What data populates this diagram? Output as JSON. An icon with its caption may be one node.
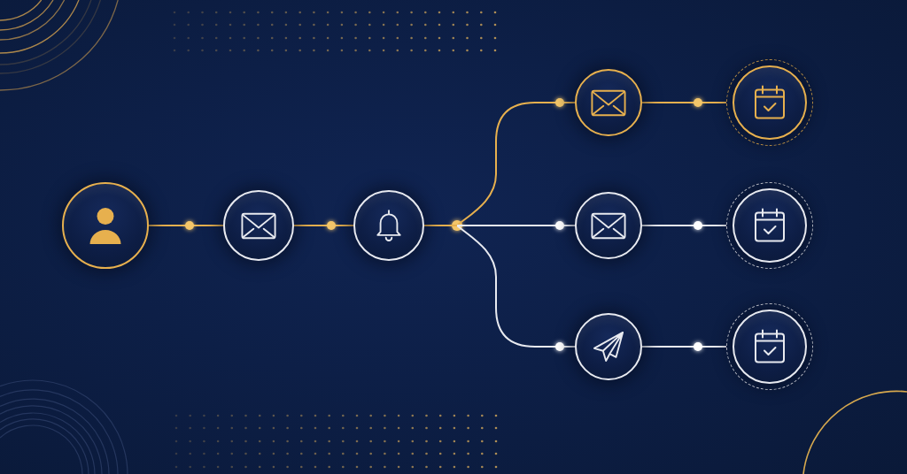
{
  "diagram": {
    "nodes": [
      {
        "text": [],
        "shape": "circle"
      },
      {
        "text": [],
        "shape": "circle"
      },
      {
        "text": [],
        "shape": "circle"
      },
      {
        "text": [],
        "shape": "circle"
      },
      {
        "text": [],
        "shape": "circle"
      },
      {
        "text": [],
        "shape": "circle"
      },
      {
        "text": [],
        "shape": "circle"
      },
      {
        "text": [],
        "shape": "circle"
      },
      {
        "text": [],
        "shape": "circle"
      }
    ],
    "edges": [
      {
        "from": 0,
        "to": 1,
        "arrow": "none"
      },
      {
        "from": 1,
        "to": 2,
        "arrow": "none"
      },
      {
        "from": 2,
        "to": 3,
        "arrow": "none"
      },
      {
        "from": 2,
        "to": 5,
        "arrow": "none",
        "color": "#e8eaf0"
      },
      {
        "from": 2,
        "to": 7,
        "arrow": "none",
        "color": "#e8eaf0"
      },
      {
        "from": 3,
        "to": 4,
        "arrow": "none"
      },
      {
        "from": 5,
        "to": 6,
        "arrow": "none",
        "color": "#e8eaf0"
      },
      {
        "from": 7,
        "to": 8,
        "arrow": "none",
        "color": "#e8eaf0"
      }
    ]
  }
}
